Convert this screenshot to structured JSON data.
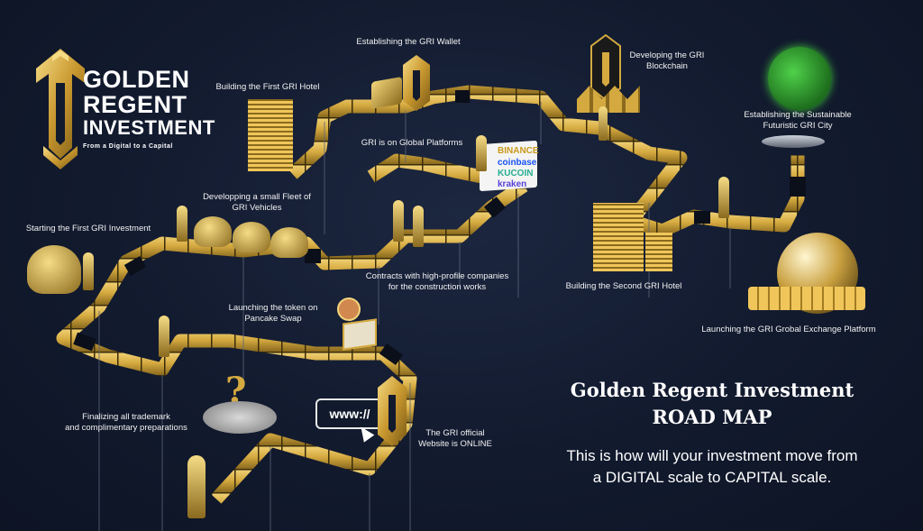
{
  "logo": {
    "line1": "GOLDEN",
    "line2": "REGENT",
    "line3": "INVESTMENT",
    "tagline": "From a Digital to a Capital"
  },
  "milestones": {
    "establishing_wallet": "Establishing the GRI Wallet",
    "developing_blockchain": "Developing the GRI\nBlockchain",
    "sustainable_city": "Establishing the Sustainable\nFuturistic GRI City",
    "first_hotel": "Building the First GRI Hotel",
    "global_platforms": "GRI is on Global Platforms",
    "small_fleet": "Developping a small Fleet of\nGRI Vehicles",
    "first_investment": "Starting the First GRI Investment",
    "contracts": "Contracts with high-profile companies\nfor the construction works",
    "second_hotel": "Building the Second GRI Hotel",
    "pancake_swap": "Launching the token on\nPancake Swap",
    "exchange_platform": "Launching the GRI Grobal Exchange Platform",
    "trademark": "Finalizing all trademark\nand complimentary preparations",
    "website_online": "The GRI official\nWebsite is ONLINE"
  },
  "exchanges": [
    "BINANCE",
    "coinbase",
    "KUCOIN",
    "kraken"
  ],
  "website_box": "www://",
  "headline": {
    "line1": "Golden Regent Investment",
    "line2": "ROAD MAP"
  },
  "subtitle": {
    "line1": "This is how will your investment move from",
    "line2": "a DIGITAL scale to CAPITAL scale."
  },
  "colors": {
    "background": "#121a2e",
    "gold": "#d9b24a",
    "gold_dark": "#8a6a1e",
    "text": "#ffffff"
  }
}
